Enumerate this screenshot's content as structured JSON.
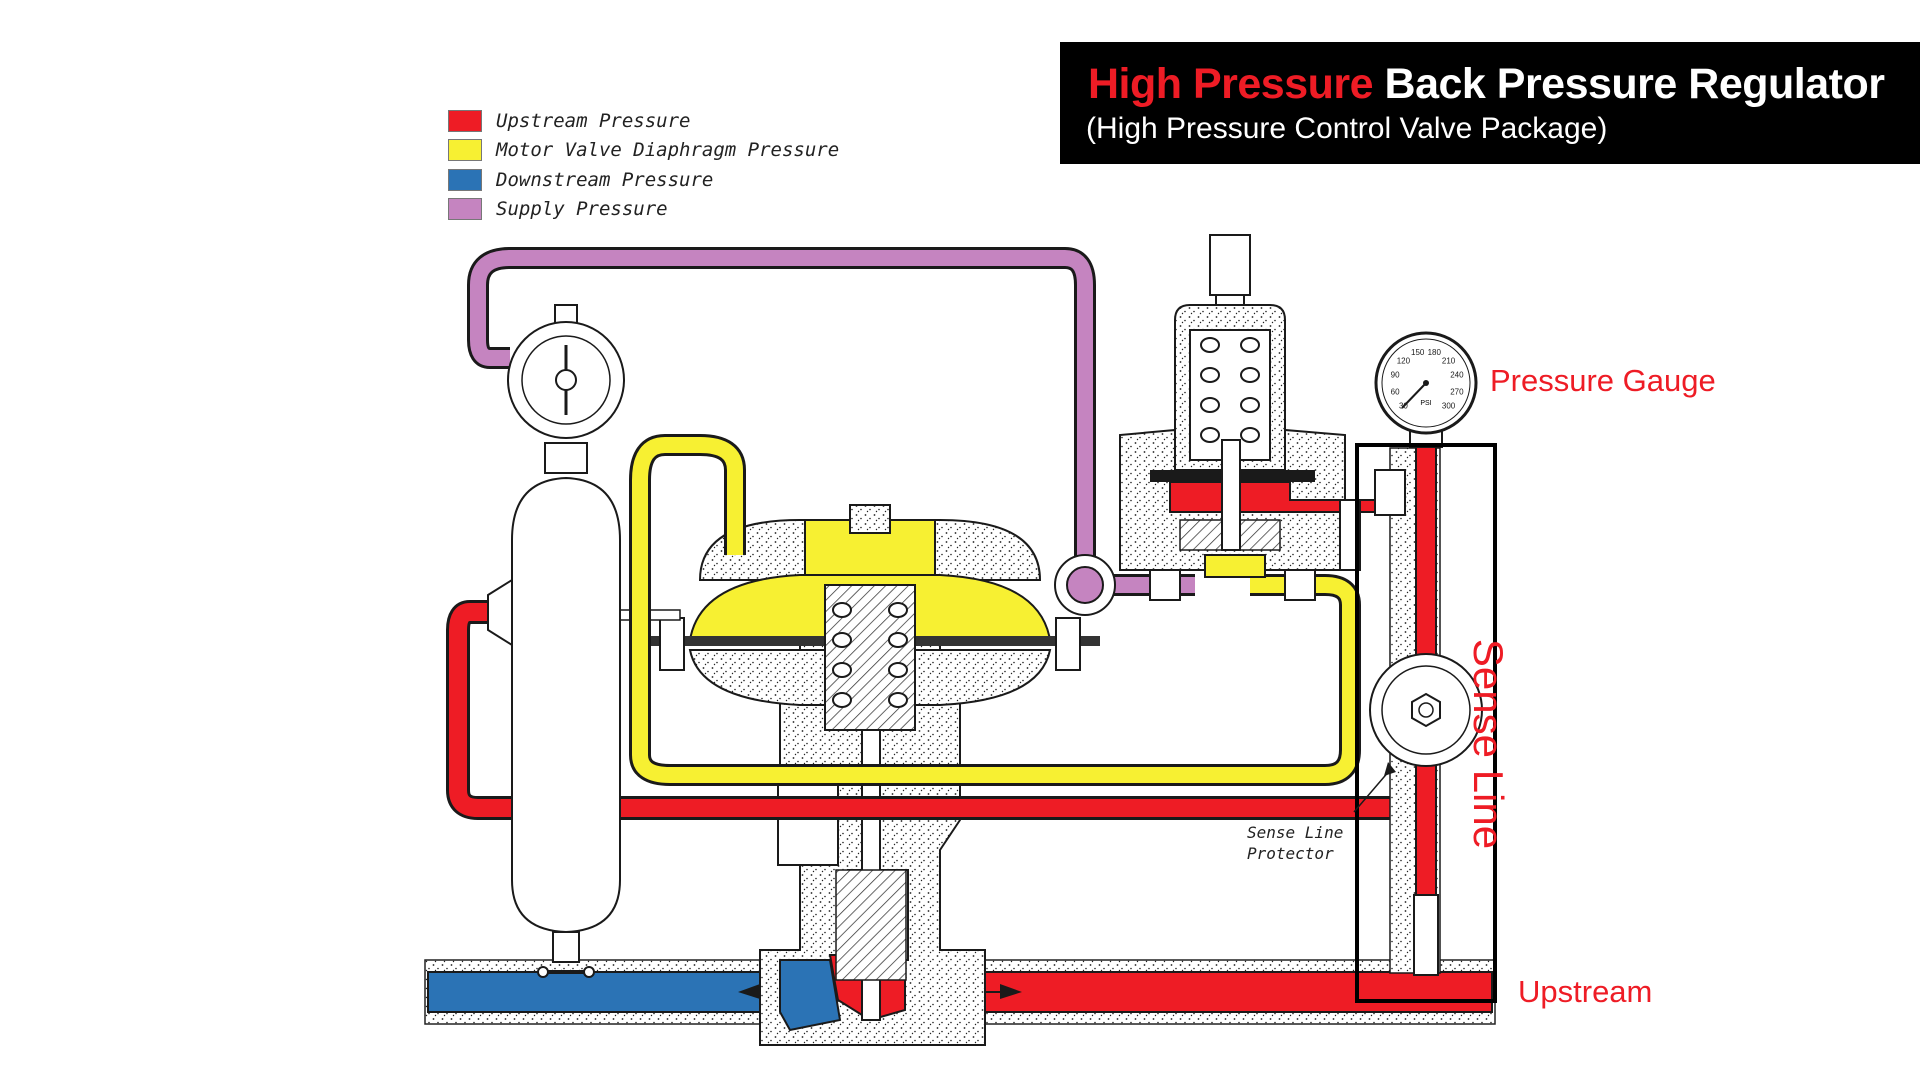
{
  "title": {
    "accent": "High Pressure",
    "main": "Back Pressure Regulator",
    "subtitle": "(High Pressure Control Valve Package)"
  },
  "legend": [
    {
      "label": "Upstream Pressure",
      "color": "#ee1c25"
    },
    {
      "label": "Motor Valve Diaphragm Pressure",
      "color": "#f7f032"
    },
    {
      "label": "Downstream Pressure",
      "color": "#2b73b5"
    },
    {
      "label": "Supply Pressure",
      "color": "#c584c0"
    }
  ],
  "labels": {
    "pressure_gauge": "Pressure Gauge",
    "sense_line": "Sense Line",
    "upstream": "Upstream",
    "sense_line_protector_1": "Sense Line",
    "sense_line_protector_2": "Protector"
  },
  "gauge_text": {
    "scale": [
      "30",
      "60",
      "90",
      "120",
      "150",
      "180",
      "210",
      "240",
      "270",
      "300"
    ],
    "unit": "PSI"
  },
  "colors": {
    "upstream": "#ee1c25",
    "diaphragm": "#f7f032",
    "downstream": "#2b73b5",
    "supply": "#c584c0",
    "title_bg": "#000000",
    "accent": "#ee1c25"
  }
}
